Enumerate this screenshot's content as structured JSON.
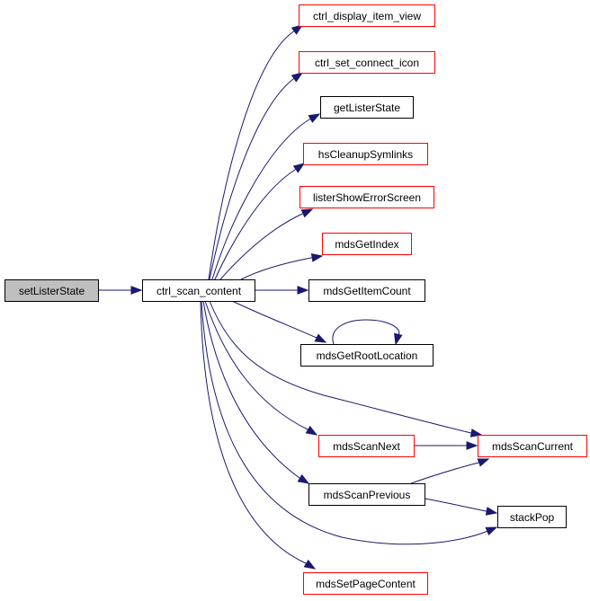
{
  "colors": {
    "edge": "#191970",
    "border_normal": "#000000",
    "border_linked": "#ff0000",
    "root_fill": "#bfbfbf",
    "node_fill": "#ffffff"
  },
  "nodes": {
    "setListerState": {
      "label": "setListerState",
      "style": "root"
    },
    "ctrl_scan_content": {
      "label": "ctrl_scan_content",
      "style": "normal"
    },
    "ctrl_display_item_view": {
      "label": "ctrl_display_item_view",
      "style": "linked"
    },
    "ctrl_set_connect_icon": {
      "label": "ctrl_set_connect_icon",
      "style": "linked"
    },
    "getListerState": {
      "label": "getListerState",
      "style": "normal"
    },
    "hsCleanupSymlinks": {
      "label": "hsCleanupSymlinks",
      "style": "linked"
    },
    "listerShowErrorScreen": {
      "label": "listerShowErrorScreen",
      "style": "linked"
    },
    "mdsGetIndex": {
      "label": "mdsGetIndex",
      "style": "linked"
    },
    "mdsGetItemCount": {
      "label": "mdsGetItemCount",
      "style": "normal"
    },
    "mdsGetRootLocation": {
      "label": "mdsGetRootLocation",
      "style": "normal"
    },
    "mdsScanNext": {
      "label": "mdsScanNext",
      "style": "linked"
    },
    "mdsScanCurrent": {
      "label": "mdsScanCurrent",
      "style": "linked"
    },
    "mdsScanPrevious": {
      "label": "mdsScanPrevious",
      "style": "normal"
    },
    "stackPop": {
      "label": "stackPop",
      "style": "normal"
    },
    "mdsSetPageContent": {
      "label": "mdsSetPageContent",
      "style": "linked"
    }
  },
  "edges": [
    {
      "from": "setListerState",
      "to": "ctrl_scan_content"
    },
    {
      "from": "ctrl_scan_content",
      "to": "ctrl_display_item_view"
    },
    {
      "from": "ctrl_scan_content",
      "to": "ctrl_set_connect_icon"
    },
    {
      "from": "ctrl_scan_content",
      "to": "getListerState"
    },
    {
      "from": "ctrl_scan_content",
      "to": "hsCleanupSymlinks"
    },
    {
      "from": "ctrl_scan_content",
      "to": "listerShowErrorScreen"
    },
    {
      "from": "ctrl_scan_content",
      "to": "mdsGetIndex"
    },
    {
      "from": "ctrl_scan_content",
      "to": "mdsGetItemCount"
    },
    {
      "from": "ctrl_scan_content",
      "to": "mdsGetRootLocation"
    },
    {
      "from": "mdsGetRootLocation",
      "to": "mdsGetRootLocation"
    },
    {
      "from": "ctrl_scan_content",
      "to": "mdsScanCurrent"
    },
    {
      "from": "ctrl_scan_content",
      "to": "mdsScanNext"
    },
    {
      "from": "mdsScanNext",
      "to": "mdsScanCurrent"
    },
    {
      "from": "ctrl_scan_content",
      "to": "mdsScanPrevious"
    },
    {
      "from": "mdsScanPrevious",
      "to": "mdsScanCurrent"
    },
    {
      "from": "mdsScanPrevious",
      "to": "stackPop"
    },
    {
      "from": "ctrl_scan_content",
      "to": "stackPop"
    },
    {
      "from": "ctrl_scan_content",
      "to": "mdsSetPageContent"
    }
  ]
}
